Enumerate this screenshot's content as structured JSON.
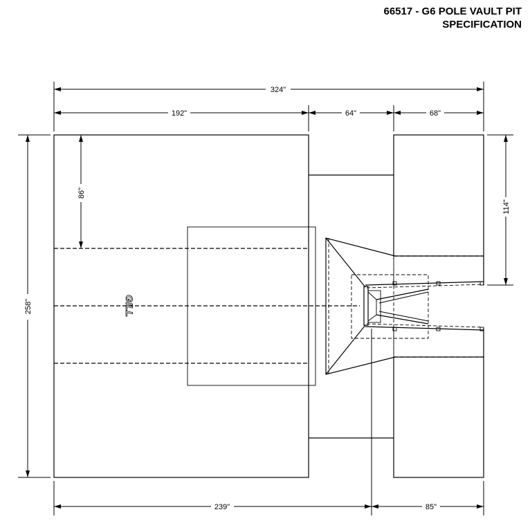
{
  "title": {
    "line1": "66517 - G6 POLE VAULT PIT",
    "line2": "SPECIFICATION"
  },
  "dimensions": {
    "overall_length": "324\"",
    "main_pad_length": "192\"",
    "middle_length": "64\"",
    "wing_length": "68\"",
    "overall_width": "258\"",
    "side_offset": "86\"",
    "wing_width": "114\"",
    "box_to_front": "239\"",
    "box_to_back": "85\""
  },
  "logo": {
    "text": "GILL"
  },
  "colors": {
    "line": "#000000",
    "background": "#ffffff"
  }
}
